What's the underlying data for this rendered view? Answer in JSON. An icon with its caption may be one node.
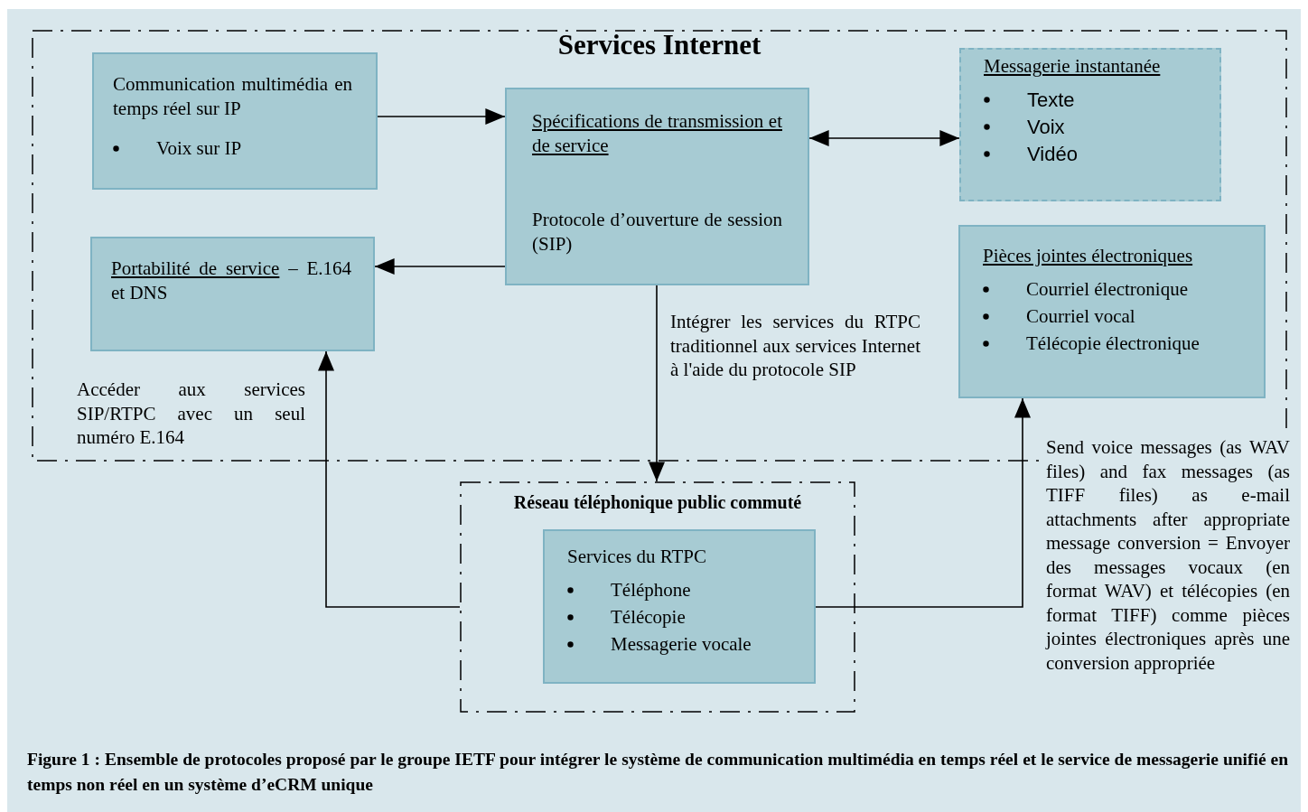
{
  "diagram": {
    "nodes": [
      {
        "text": [
          "Services Internet"
        ]
      },
      {
        "text": [
          "Communication multimédia en temps réel sur IP",
          "Voix sur IP"
        ],
        "in": 0
      },
      {
        "text": [
          "Spécifications de transmission et de service",
          "Protocole d’ouverture de session (SIP)"
        ],
        "in": 0
      },
      {
        "text": [
          "Messagerie instantanée",
          "Texte",
          "Voix",
          "Vidéo"
        ],
        "in": 0
      },
      {
        "text": [
          "Portabilité de service",
          "– E.164 et DNS"
        ],
        "in": 0
      },
      {
        "text": [
          "Pièces jointes électroniques",
          "Courriel électronique",
          "Courriel vocal",
          "Télécopie électronique"
        ],
        "in": 0
      },
      {
        "text": [
          "Réseau téléphonique public commuté"
        ]
      },
      {
        "text": [
          "Services du RTPC",
          "Téléphone",
          "Télécopie",
          "Messagerie vocale"
        ],
        "in": 6
      }
    ],
    "edges": [
      {
        "from": 1,
        "to": 2,
        "arrow": "to"
      },
      {
        "from": 2,
        "to": 3,
        "arrow": "both"
      },
      {
        "from": 2,
        "to": 4,
        "arrow": "to"
      },
      {
        "from": 2,
        "to": 6,
        "arrow": "to",
        "label": "Intégrer les services du RTPC traditionnel aux services Internet à l'aide du protocole SIP"
      },
      {
        "from": 6,
        "to": 4,
        "arrow": "to",
        "label": "Accéder aux services SIP/RTPC avec un seul numéro E.164"
      },
      {
        "from": 7,
        "to": 5,
        "arrow": "to",
        "label": "Send voice messages (as WAV files) and fax messages (as TIFF files) as e-mail attachments after appropriate message conversion = Envoyer des messages vocaux (en format WAV) et télécopies (en format TIFF) comme pièces jointes électroniques après une conversion appropriée"
      }
    ],
    "caption": "Figure 1 : Ensemble de protocoles proposé par le groupe IETF pour intégrer le système de communication multimédia en temps réel et le service de messagerie unifié en temps non réel en un système d’eCRM unique"
  }
}
